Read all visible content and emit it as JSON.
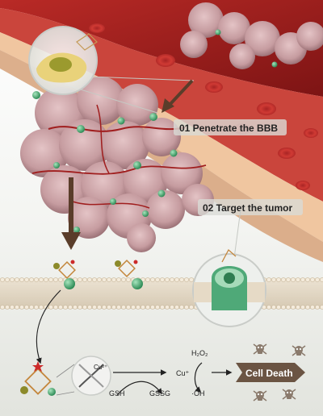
{
  "steps": [
    {
      "label": "01 Penetrate the BBB"
    },
    {
      "label": "02 Target the tumor"
    }
  ],
  "chemistry": {
    "cu2": "Cu²⁺",
    "gsh": "GSH",
    "gssg": "GSSG",
    "h2o2": "H₂O₂",
    "cu1": "Cu⁺",
    "oh": "·OH"
  },
  "outcome": {
    "label": "Cell Death"
  },
  "colors": {
    "vessel": "#9e1d1d",
    "tumor": "#c9a0a3",
    "membrane": "#e3d6c4",
    "arrow": "#5a3d2a",
    "cell_death": "#6b5443",
    "nanoparticle_green": "#3fa66b"
  }
}
